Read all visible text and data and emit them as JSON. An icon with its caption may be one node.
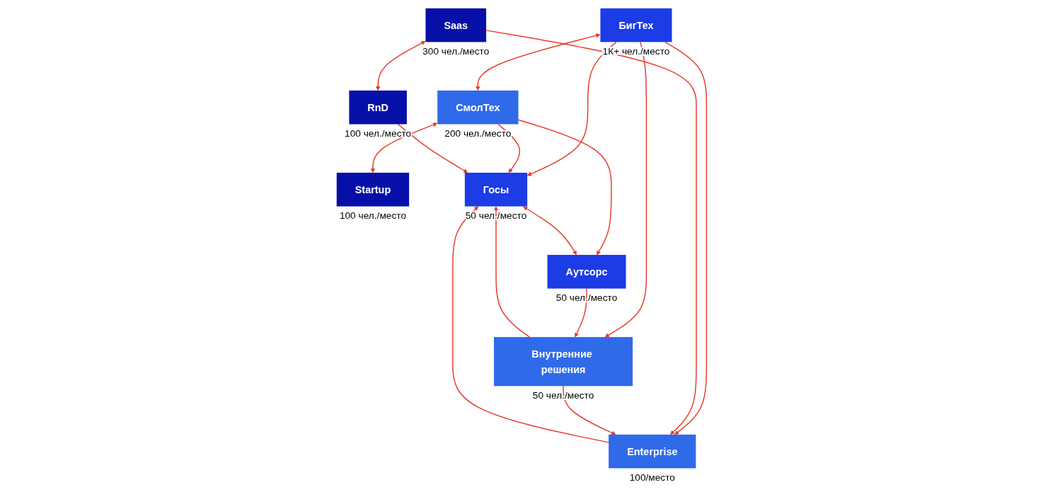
{
  "diagram": {
    "nodes": [
      {
        "text": [
          "БигТех"
        ],
        "beside": [
          "1К+ чел./место"
        ]
      },
      {
        "text": [
          "СмолТех"
        ],
        "beside": [
          "200 чел./место"
        ]
      },
      {
        "text": [
          "Startup"
        ],
        "beside": [
          "100 чел./место"
        ]
      },
      {
        "text": [
          "Госы"
        ],
        "beside": [
          "50 чел./место"
        ]
      },
      {
        "text": [
          "Enterprise"
        ],
        "beside": [
          "100/место"
        ]
      },
      {
        "text": [
          "Saas"
        ],
        "beside": [
          "300 чел./место"
        ]
      },
      {
        "text": [
          "Аутсорс"
        ],
        "beside": [
          "50 чел./место"
        ]
      },
      {
        "text": [
          "Внутренние решения"
        ],
        "beside": [
          "50 чел./место"
        ]
      },
      {
        "text": [
          "RnD"
        ],
        "beside": [
          "100 чел./место"
        ]
      }
    ],
    "edges": [
      {
        "from": 0,
        "to": 1,
        "arrow": "both"
      },
      {
        "from": 1,
        "to": 2,
        "arrow": "both"
      },
      {
        "from": 0,
        "to": 3,
        "arrow": "to"
      },
      {
        "from": 0,
        "to": 4,
        "arrow": "to"
      },
      {
        "from": 0,
        "to": 7,
        "arrow": "to"
      },
      {
        "from": 1,
        "to": 3,
        "arrow": "to"
      },
      {
        "from": 1,
        "to": 6,
        "arrow": "to"
      },
      {
        "from": 4,
        "to": 3,
        "arrow": "to"
      },
      {
        "from": 5,
        "to": 4,
        "arrow": "to"
      },
      {
        "from": 3,
        "to": 6,
        "arrow": "both"
      },
      {
        "from": 7,
        "to": 3,
        "arrow": "to"
      },
      {
        "from": 8,
        "to": 3,
        "arrow": "to"
      },
      {
        "from": 7,
        "to": 4,
        "arrow": "to"
      },
      {
        "from": 5,
        "to": 8,
        "arrow": "both"
      },
      {
        "from": 6,
        "to": 7,
        "arrow": "to"
      }
    ]
  }
}
